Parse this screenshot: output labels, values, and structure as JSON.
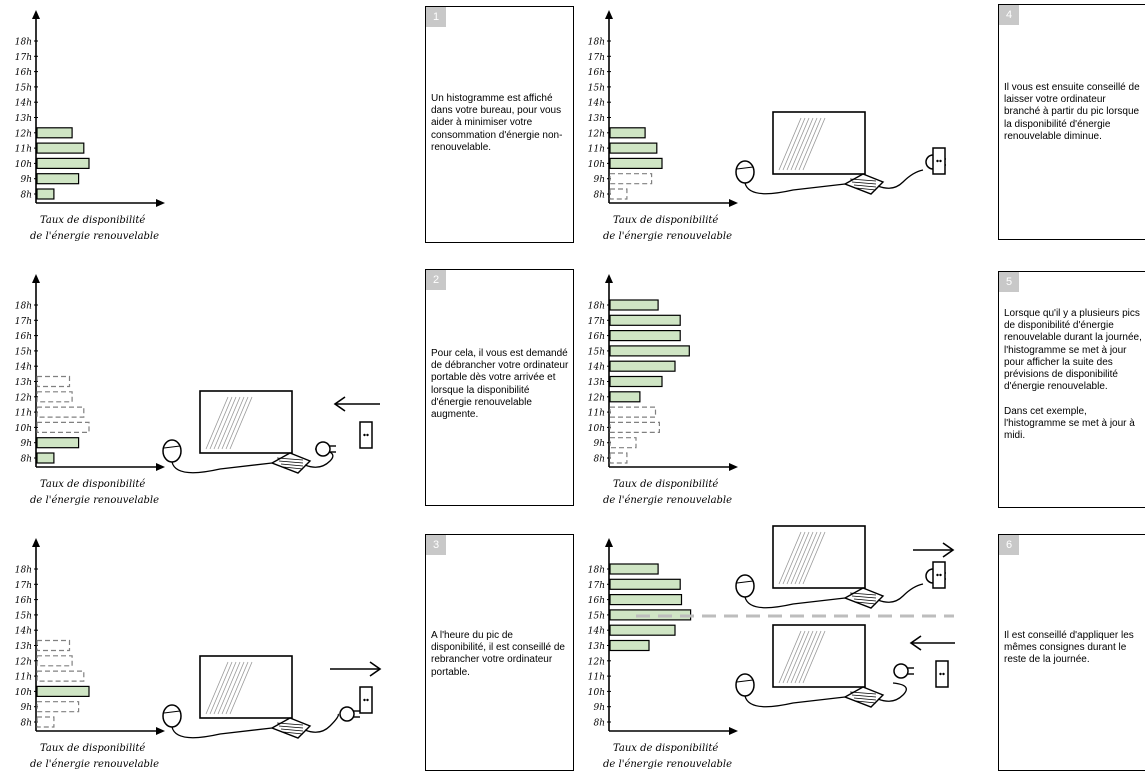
{
  "y_axis_hours": [
    "8h",
    "9h",
    "10h",
    "11h",
    "12h",
    "13h",
    "14h",
    "15h",
    "16h",
    "17h",
    "18h"
  ],
  "x_axis_label": [
    "Taux de disponibilité",
    "de l'énergie renouvelable"
  ],
  "colors": {
    "bar_fill": "#cfe5c4",
    "dashed": "#808080",
    "badge": "#c8c8c8"
  },
  "charts": [
    {
      "id": "chart-1",
      "bars": [
        {
          "hour": "8h",
          "value": 1.3,
          "style": "solid"
        },
        {
          "hour": "9h",
          "value": 3.2,
          "style": "solid"
        },
        {
          "hour": "10h",
          "value": 4.0,
          "style": "solid"
        },
        {
          "hour": "11h",
          "value": 3.6,
          "style": "solid"
        },
        {
          "hour": "12h",
          "value": 2.7,
          "style": "solid"
        }
      ]
    },
    {
      "id": "chart-2",
      "bars": [
        {
          "hour": "8h",
          "value": 1.3,
          "style": "solid"
        },
        {
          "hour": "9h",
          "value": 3.2,
          "style": "solid"
        },
        {
          "hour": "10h",
          "value": 4.0,
          "style": "dashed"
        },
        {
          "hour": "11h",
          "value": 3.6,
          "style": "dashed"
        },
        {
          "hour": "12h",
          "value": 2.7,
          "style": "dashed"
        },
        {
          "hour": "13h",
          "value": 2.5,
          "style": "dashed"
        }
      ],
      "illustration": "unplug"
    },
    {
      "id": "chart-3",
      "bars": [
        {
          "hour": "8h",
          "value": 1.3,
          "style": "dashed"
        },
        {
          "hour": "9h",
          "value": 3.2,
          "style": "dashed"
        },
        {
          "hour": "10h",
          "value": 4.0,
          "style": "solid"
        },
        {
          "hour": "11h",
          "value": 3.6,
          "style": "dashed"
        },
        {
          "hour": "12h",
          "value": 2.7,
          "style": "dashed"
        },
        {
          "hour": "13h",
          "value": 2.5,
          "style": "dashed"
        }
      ],
      "illustration": "plug"
    },
    {
      "id": "chart-4",
      "bars": [
        {
          "hour": "8h",
          "value": 1.3,
          "style": "dashed"
        },
        {
          "hour": "9h",
          "value": 3.2,
          "style": "dashed"
        },
        {
          "hour": "10h",
          "value": 4.0,
          "style": "solid"
        },
        {
          "hour": "11h",
          "value": 3.6,
          "style": "solid"
        },
        {
          "hour": "12h",
          "value": 2.7,
          "style": "solid"
        }
      ],
      "illustration": "plugged"
    },
    {
      "id": "chart-5",
      "bars": [
        {
          "hour": "8h",
          "value": 1.3,
          "style": "dashed"
        },
        {
          "hour": "9h",
          "value": 2.0,
          "style": "dashed"
        },
        {
          "hour": "10h",
          "value": 3.8,
          "style": "dashed"
        },
        {
          "hour": "11h",
          "value": 3.5,
          "style": "dashed"
        },
        {
          "hour": "12h",
          "value": 2.3,
          "style": "solid"
        },
        {
          "hour": "13h",
          "value": 4.0,
          "style": "solid"
        },
        {
          "hour": "14h",
          "value": 5.0,
          "style": "solid"
        },
        {
          "hour": "15h",
          "value": 6.1,
          "style": "solid"
        },
        {
          "hour": "16h",
          "value": 5.4,
          "style": "solid"
        },
        {
          "hour": "17h",
          "value": 5.4,
          "style": "solid"
        },
        {
          "hour": "18h",
          "value": 3.7,
          "style": "solid"
        }
      ]
    },
    {
      "id": "chart-6",
      "bars": [
        {
          "hour": "13h",
          "value": 3.0,
          "style": "solid"
        },
        {
          "hour": "14h",
          "value": 5.0,
          "style": "solid"
        },
        {
          "hour": "15h",
          "value": 6.2,
          "style": "solid"
        },
        {
          "hour": "16h",
          "value": 5.5,
          "style": "solid"
        },
        {
          "hour": "17h",
          "value": 5.4,
          "style": "solid"
        },
        {
          "hour": "18h",
          "value": 3.7,
          "style": "solid"
        }
      ],
      "illustration": "plug-and-unplug"
    }
  ],
  "cards": [
    {
      "num": "1",
      "text": "Un histogramme est affiché dans votre bureau, pour vous aider à minimiser votre consommation d'énergie non-renouvelable."
    },
    {
      "num": "2",
      "text": "Pour cela, il vous est demandé de débrancher votre ordinateur portable dès votre arrivée et lorsque la disponibilité d'énergie renouvelable augmente."
    },
    {
      "num": "3",
      "text": "A l'heure du pic de disponibilité, il est conseillé de rebrancher votre ordinateur portable."
    },
    {
      "num": "4",
      "text": "Il vous est ensuite conseillé de laisser votre ordinateur branché à partir du pic lorsque la disponibilité d'énergie renouvelable diminue."
    },
    {
      "num": "5",
      "text": "Lorsque qu'il y a plusieurs pics de disponibilité d'énergie renouvelable durant la journée, l'histogramme se met à jour pour afficher la suite des prévisions de disponibilité d'énergie renouvelable.\n\nDans cet exemple, l'histogramme se met à jour à midi."
    },
    {
      "num": "6",
      "text": "Il est conseillé d'appliquer les mêmes consignes durant le reste de la journée."
    }
  ]
}
